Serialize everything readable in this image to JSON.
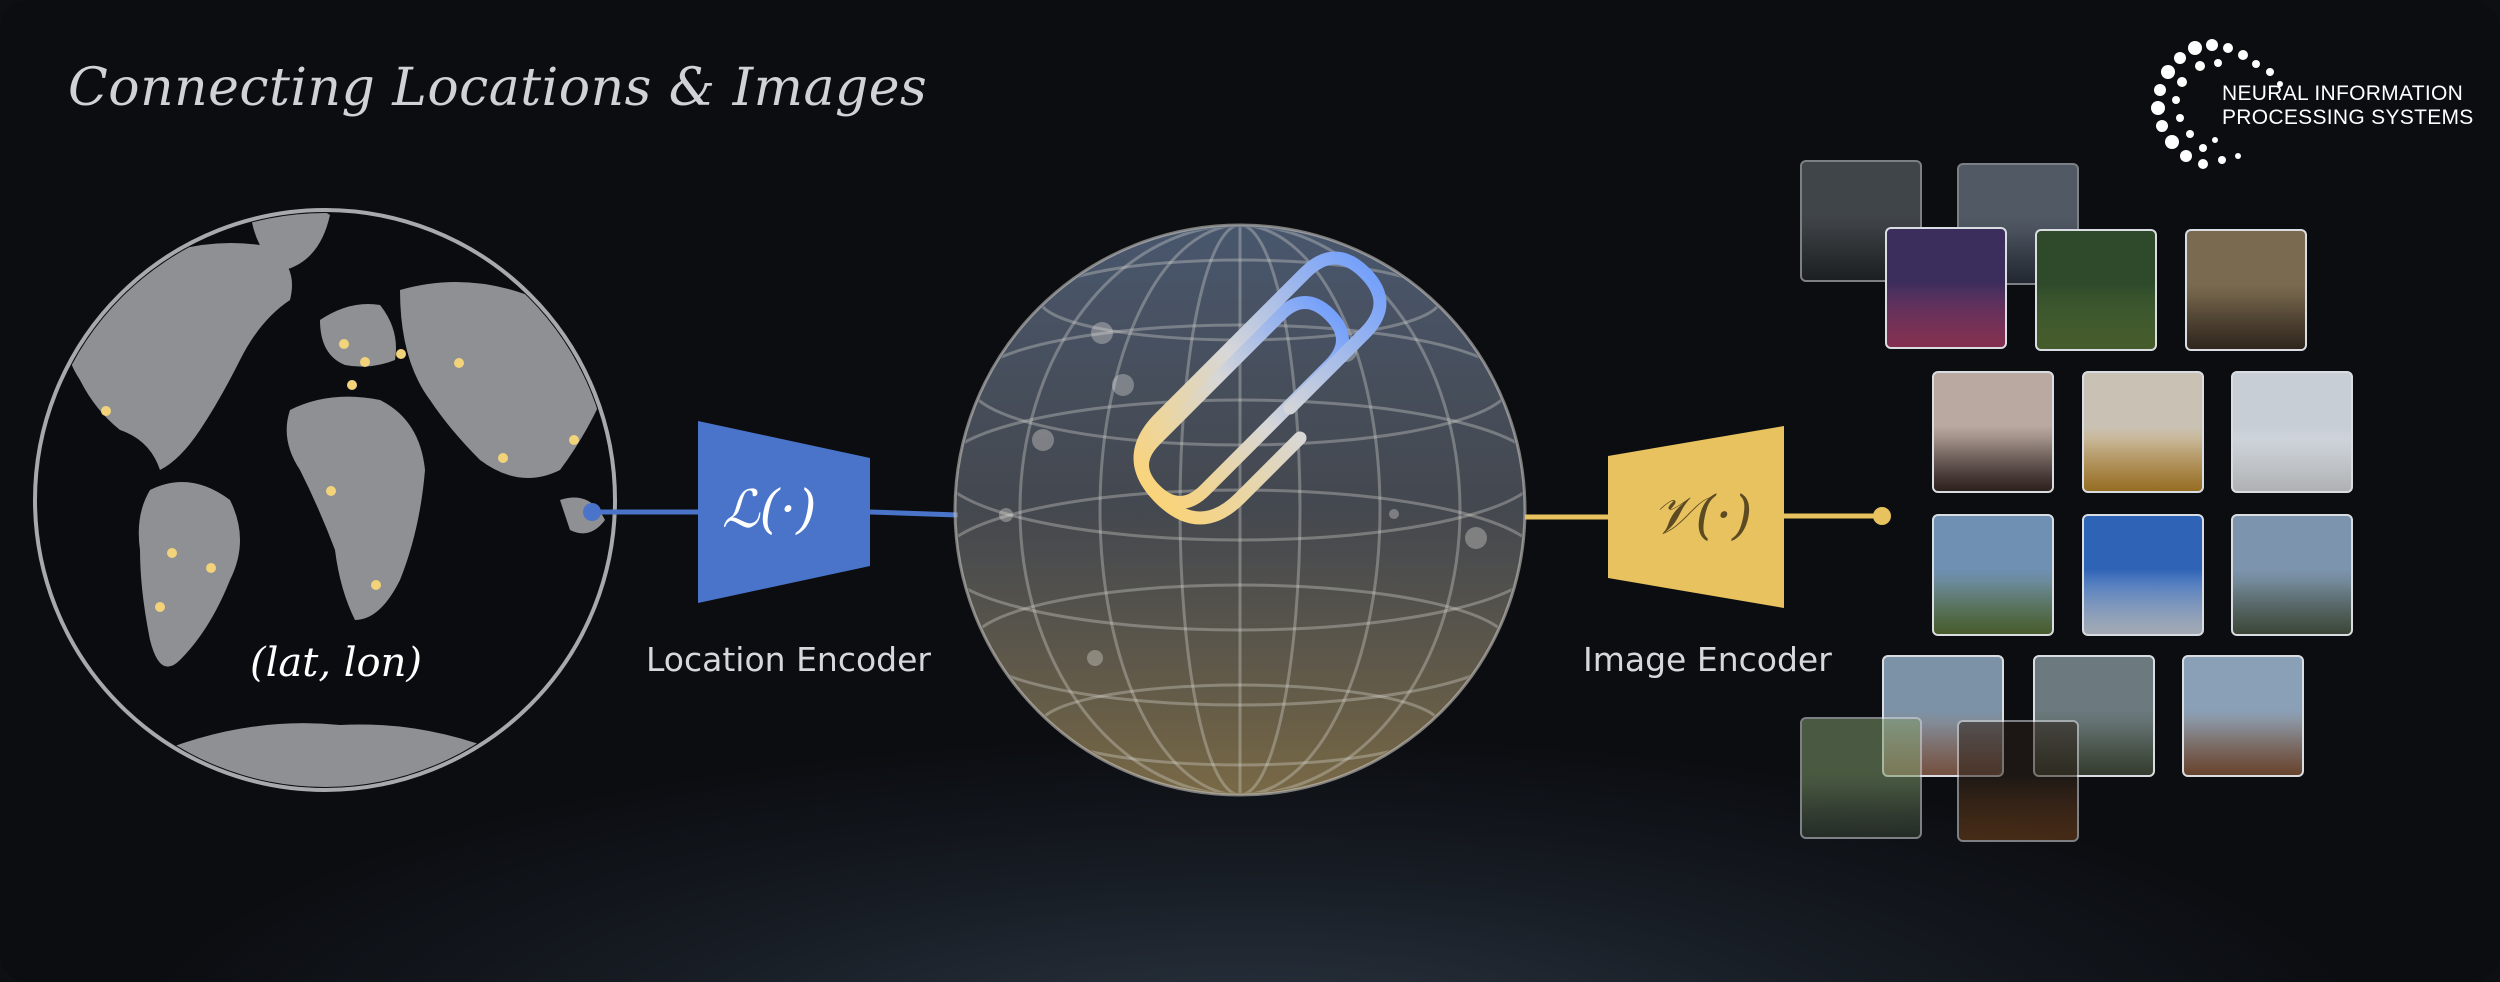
{
  "title": "Connecting Locations & Images",
  "logo": {
    "line1": "NEURAL INFORMATION",
    "line2": "PROCESSING SYSTEMS"
  },
  "globe": {
    "caption": "(lat, lon)",
    "point_color": "#f3d37a"
  },
  "location_encoder": {
    "symbol": "ℒ(·)",
    "label": "Location Encoder",
    "color": "#4a74c9"
  },
  "image_encoder": {
    "symbol": "𝒱(·)",
    "label": "Image Encoder",
    "color": "#e8c25f"
  },
  "center": {
    "icon": "paperclip-icon"
  },
  "photos": [
    {
      "name": "palace",
      "top": "#6d7377",
      "bottom": "#3c4144"
    },
    {
      "name": "mountain-snow",
      "top": "#8a97a8",
      "bottom": "#4a5566"
    },
    {
      "name": "city-night",
      "top": "#3b2d5c",
      "bottom": "#b0406a"
    },
    {
      "name": "heron-palms",
      "top": "#2e4a2a",
      "bottom": "#5d7a3a"
    },
    {
      "name": "stilt-houses",
      "top": "#7a6a4f",
      "bottom": "#3f3326"
    },
    {
      "name": "skyline-bridge",
      "top": "#b9a9a0",
      "bottom": "#3b2b27"
    },
    {
      "name": "taxi-bus",
      "top": "#c9c2b4",
      "bottom": "#c7912f"
    },
    {
      "name": "snow-trees",
      "top": "#c8ced6",
      "bottom": "#e9ecef"
    },
    {
      "name": "alps-meadow",
      "top": "#6f8fb3",
      "bottom": "#5f7a3a"
    },
    {
      "name": "ski-resort",
      "top": "#2f63b5",
      "bottom": "#d9e2ee"
    },
    {
      "name": "coast-cliffs",
      "top": "#7c94ad",
      "bottom": "#4f5e4a"
    },
    {
      "name": "street-market",
      "top": "#7c93a7",
      "bottom": "#9b6b55"
    },
    {
      "name": "village-river",
      "top": "#6c7a7f",
      "bottom": "#45513e"
    },
    {
      "name": "castle",
      "top": "#8aa0b6",
      "bottom": "#8a5a3c"
    },
    {
      "name": "canal-trees",
      "top": "#7e9a6a",
      "bottom": "#4b5a48"
    },
    {
      "name": "night-street",
      "top": "#2b2018",
      "bottom": "#9c5a24"
    }
  ]
}
